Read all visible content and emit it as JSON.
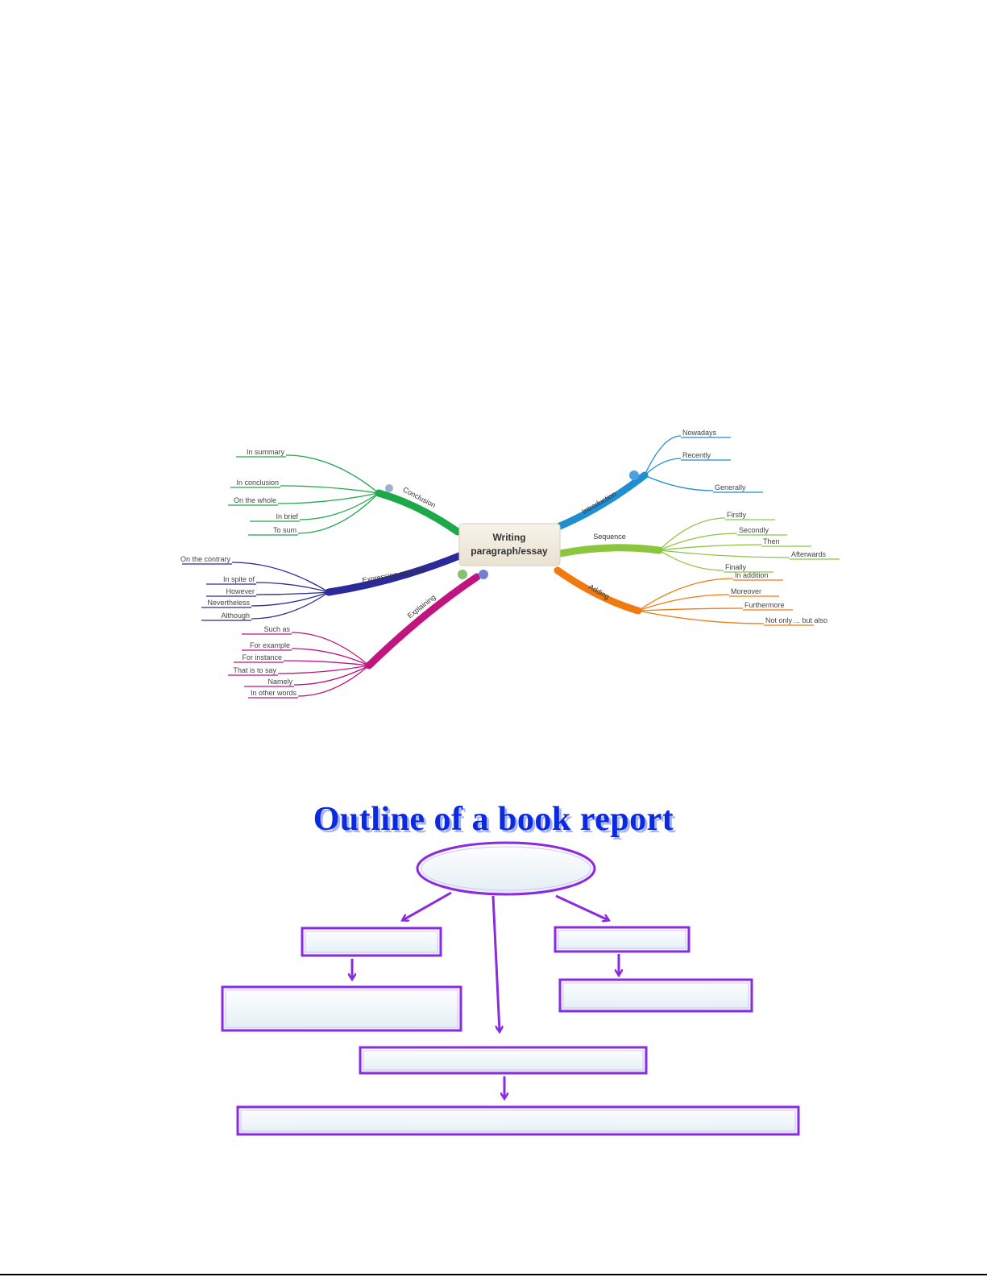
{
  "mindmap": {
    "center": {
      "line1": "Writing",
      "line2": "paragraph/essay"
    },
    "branches": [
      {
        "id": "b1",
        "label": "Conclusion",
        "color": "#1fa84a",
        "leaves": [
          "In summary",
          "In conclusion",
          "On the whole",
          "In brief",
          "To sum"
        ]
      },
      {
        "id": "b2",
        "label": "Expressing contrast",
        "color": "#2a2a9a",
        "leaves": [
          "On the contrary",
          "In spite of",
          "However",
          "Nevertheless",
          "Although"
        ]
      },
      {
        "id": "b3",
        "label": "Explaining",
        "color": "#c0157f",
        "leaves": [
          "Such as",
          "For example",
          "For instance",
          "That is to say",
          "Namely",
          "In other words"
        ]
      },
      {
        "id": "b4",
        "label": "Introduction",
        "color": "#1f8fd0",
        "leaves": [
          "Nowadays",
          "Recently",
          "Generally"
        ]
      },
      {
        "id": "b5",
        "label": "Sequence",
        "color": "#8cc63f",
        "leaves": [
          "Firstly",
          "Secondly",
          "Then",
          "Afterwards",
          "Finally"
        ]
      },
      {
        "id": "b6",
        "label": "Adding",
        "color": "#f07a10",
        "leaves": [
          "In addition",
          "Moreover",
          "Furthermore",
          "Not only ... but also"
        ]
      }
    ]
  },
  "outline": {
    "title": "Outline of a book report",
    "colors": {
      "title": "#0a2ae0",
      "stroke": "#8a2be2",
      "fill_top": "#ffffff",
      "fill_bottom": "#e8f2f6"
    },
    "boxes": [
      {
        "id": "ellipse-top",
        "text": ""
      },
      {
        "id": "box-left",
        "text": ""
      },
      {
        "id": "box-left-sub",
        "text": ""
      },
      {
        "id": "box-right",
        "text": ""
      },
      {
        "id": "box-right-sub",
        "text": ""
      },
      {
        "id": "box-center",
        "text": ""
      },
      {
        "id": "box-bottom",
        "text": ""
      }
    ]
  }
}
